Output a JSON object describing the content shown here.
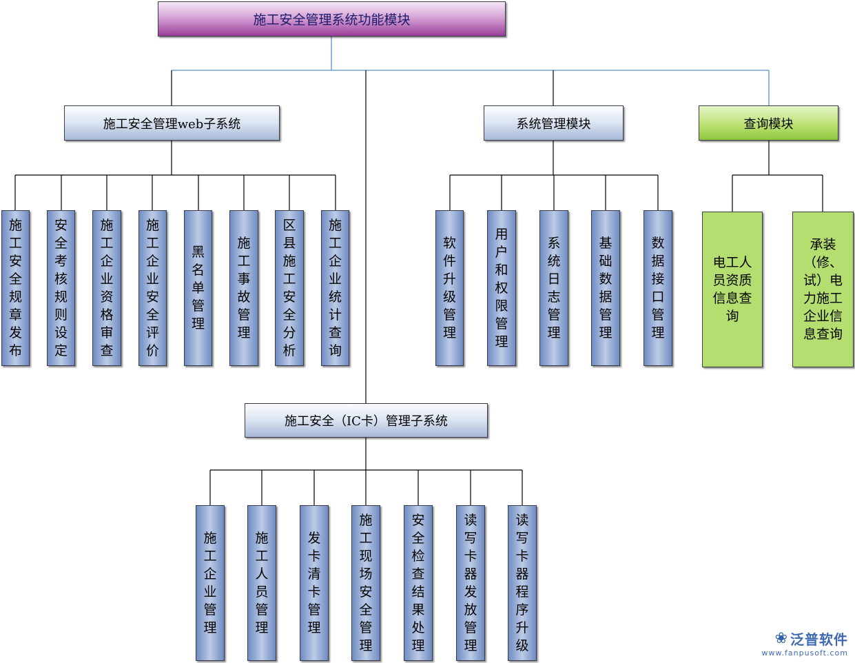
{
  "root": "施工安全管理系统功能模块",
  "web_subsystem": {
    "title": "施工安全管理web子系统",
    "items": [
      "施工安全规章发布",
      "安全考核规则设定",
      "施工企业资格审查",
      "施工企业安全评价",
      "黑名单管理",
      "施工事故管理",
      "区县施工安全分析",
      "施工企业统计查询"
    ]
  },
  "system_mgmt": {
    "title": "系统管理模块",
    "items": [
      "软件升级管理",
      "用户和权限管理",
      "系统日志管理",
      "基础数据管理",
      "数据接口管理"
    ]
  },
  "query": {
    "title": "查询模块",
    "items": [
      "电工人员资质信息查询",
      "承装（修、试）电力施工企业信息查询"
    ]
  },
  "ic_subsystem": {
    "title": "施工安全（IC卡）管理子系统",
    "items": [
      "施工企业管理",
      "施工人员管理",
      "发卡清卡管理",
      "施工现场安全管理",
      "安全检查结果处理",
      "读写卡器发放管理",
      "读写卡器程序升级"
    ]
  },
  "logo": {
    "name": "泛普软件",
    "url": "www.fanpusoft.com",
    "mark_icon": "fanpu-logo-icon"
  },
  "colors": {
    "line": "#000000",
    "root_line": "#5b8fc9",
    "root_fill": "#c27bc2",
    "blue_fill": "#a5b9d8",
    "green_fill": "#b5de70"
  }
}
